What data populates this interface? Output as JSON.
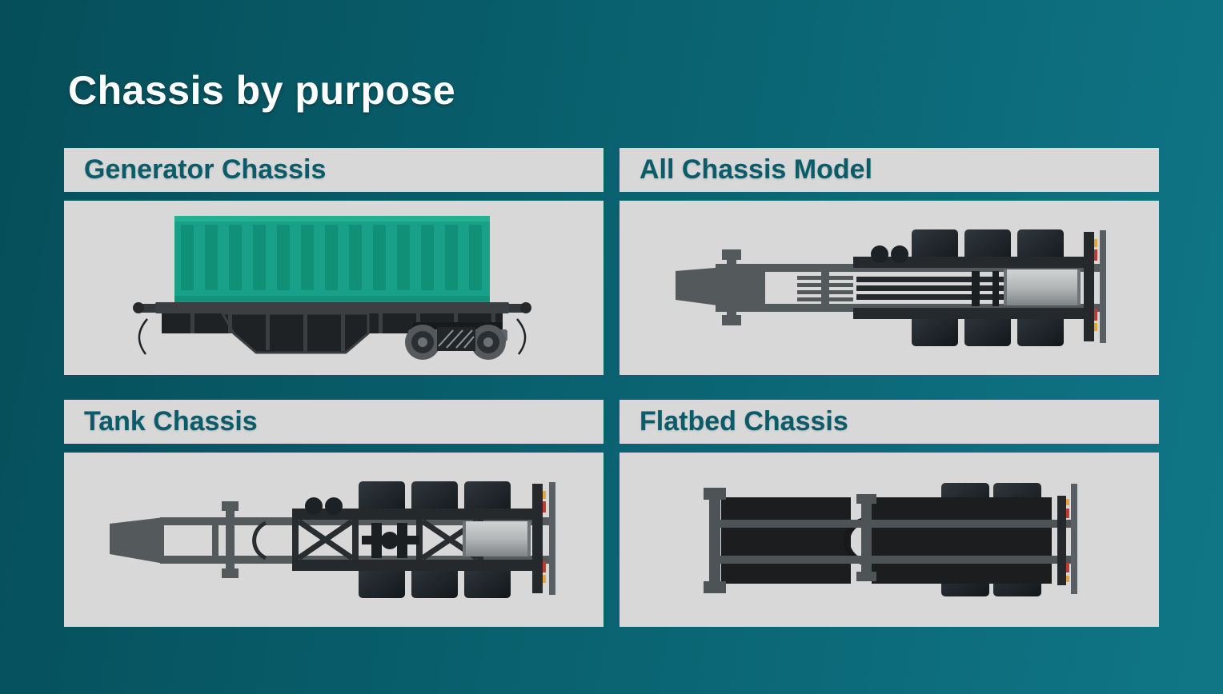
{
  "page": {
    "title": "Chassis by purpose"
  },
  "panels": [
    {
      "label": "Generator Chassis",
      "illustration": "generator-chassis-side-view"
    },
    {
      "label": "All Chassis Model",
      "illustration": "all-chassis-model-top-view"
    },
    {
      "label": "Tank Chassis",
      "illustration": "tank-chassis-top-view"
    },
    {
      "label": "Flatbed Chassis",
      "illustration": "flatbed-chassis-top-view"
    }
  ],
  "colors": {
    "background_gradient_start": "#054e5a",
    "background_gradient_end": "#107686",
    "panel_background": "#d8d8d8",
    "heading_text": "#0b5c6a",
    "title_text": "#ffffff",
    "container_green": "#18a188",
    "chassis_dark": "#26292b",
    "chassis_gray": "#54595c",
    "marker_light_red": "#c13a30",
    "marker_light_amber": "#e2a43c"
  }
}
